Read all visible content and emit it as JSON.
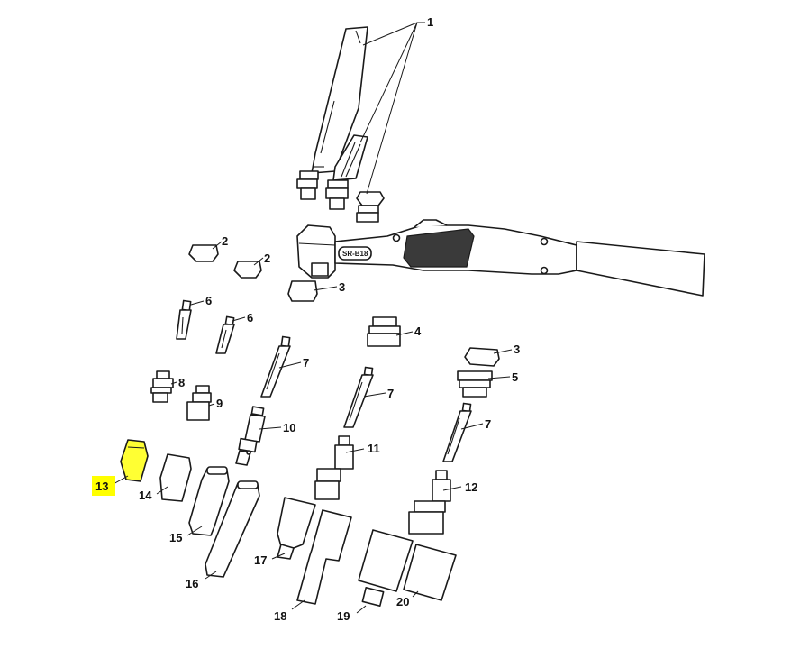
{
  "diagram": {
    "torch_label": "SR-B18",
    "callouts": {
      "c1": "1",
      "c2a": "2",
      "c2b": "2",
      "c3a": "3",
      "c3b": "3",
      "c4": "4",
      "c5": "5",
      "c6a": "6",
      "c6b": "6",
      "c7a": "7",
      "c7b": "7",
      "c7c": "7",
      "c8": "8",
      "c9": "9",
      "c10": "10",
      "c11": "11",
      "c12": "12",
      "c13": "13",
      "c14": "14",
      "c15": "15",
      "c16": "16",
      "c17": "17",
      "c18": "18",
      "c19": "19",
      "c20": "20"
    },
    "highlighted_part": "13",
    "highlight_color": "#ffff00"
  }
}
